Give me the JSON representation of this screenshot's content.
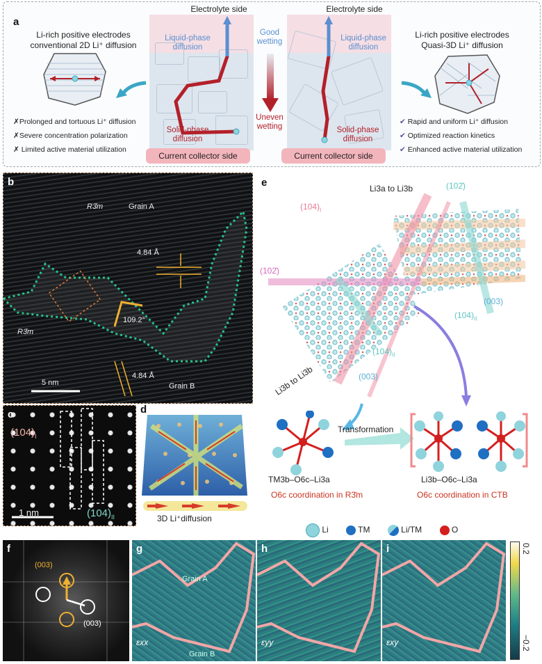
{
  "panel_a": {
    "letter": "a",
    "left_title": "Li-rich positive electrodes",
    "left_subtitle": "conventional 2D Li⁺ diffusion",
    "right_title": "Li-rich positive electrodes",
    "right_subtitle": "Quasi-3D Li⁺ diffusion",
    "electrolyte_side": "Electrolyte side",
    "liquid_phase": "Liquid-phase diffusion",
    "solid_phase": "Solid-phase diffusion",
    "current_collector": "Current collector side",
    "good_wetting": "Good wetting",
    "uneven_wetting": "Uneven wetting",
    "left_list": [
      "Prolonged and tortuous Li⁺ diffusion",
      "Severe concentration polarization",
      "Limited active material utilization"
    ],
    "right_list": [
      "Rapid and uniform Li⁺ diffusion",
      "Optimized reaction kinetics",
      "Enhanced active material utilization"
    ],
    "colors": {
      "blue": "#5b8fd0",
      "red": "#b3202a",
      "teal": "#3aa6c6",
      "collector": "#f3b5bc"
    }
  },
  "panel_b": {
    "letter": "b",
    "phase_top": "R3̄m",
    "grain_a": "Grain A",
    "spacing_1": "4.84 Å",
    "angle": "109.2°",
    "phase_left": "R3̄m",
    "spacing_2": "4.84 Å",
    "grain_b": "Grain B",
    "scale": "5 nm"
  },
  "panel_c": {
    "letter": "c",
    "plane_1": "(104)",
    "plane_1_sub": "I",
    "plane_2": "(104)",
    "plane_2_sub": "II",
    "scale": "1 nm"
  },
  "panel_d": {
    "letter": "d",
    "caption": "3D Li⁺diffusion"
  },
  "panel_e": {
    "letter": "e",
    "li3a_to_li3b": "Li3a to Li3b",
    "li3b_to_li3b": "Li3b to Li3b",
    "plane_10_2_top": "(102̄)",
    "plane_10_2_left": "(102̄)",
    "plane_104_i": "(104)",
    "sub_i": "I",
    "plane_104_ii_right": "(104)",
    "plane_104_ii_bottom": "(104)",
    "sub_ii": "II",
    "plane_003_right": "(003)",
    "plane_003_bottom": "(003)",
    "transformation": "Transformation",
    "left_formula": "TM3b–O6c–Li3a",
    "right_formula": "Li3b–O6c–Li3a",
    "left_caption": "O6c coordination in R3̄m",
    "right_caption": "O6c coordination in CTB"
  },
  "legend": {
    "items": [
      {
        "label": "Li",
        "color": "#8fd3dc"
      },
      {
        "label": "TM",
        "color": "#1f6fc2"
      },
      {
        "label": "Li/TM",
        "color": "#6cb8d6"
      },
      {
        "label": "O",
        "color": "#d41f1f"
      }
    ]
  },
  "panel_f": {
    "letter": "f",
    "spot_1": "(003)",
    "spot_2": "(003)"
  },
  "panel_g": {
    "letter": "g",
    "grain_a": "Grain A",
    "grain_b": "Grain B",
    "strain": "εxx"
  },
  "panel_h": {
    "letter": "h",
    "strain": "εyy"
  },
  "panel_i": {
    "letter": "i",
    "strain": "εxy"
  },
  "colorbar": {
    "max": "0.2",
    "min": "−0.2"
  }
}
